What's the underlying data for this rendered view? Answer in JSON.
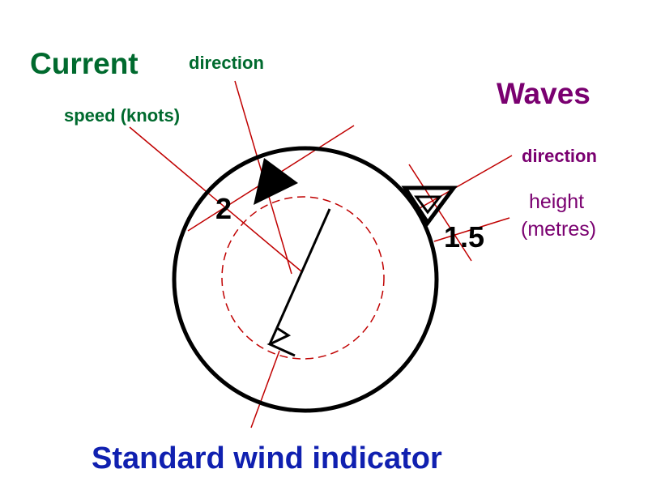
{
  "current": {
    "title": "Current",
    "direction_label": "direction",
    "speed_label": "speed (knots)",
    "speed_value": "2"
  },
  "waves": {
    "title": "Waves",
    "direction_label": "direction",
    "height_label_line1": "height",
    "height_label_line2": "(metres)",
    "height_value": "1.5"
  },
  "wind": {
    "title": "Standard wind indicator"
  },
  "colors": {
    "current_text": "#006a2e",
    "waves_text": "#7a0070",
    "wind_text": "#1020b0",
    "leader_lines": "#c00000",
    "symbol": "#000000",
    "background": "#ffffff"
  }
}
